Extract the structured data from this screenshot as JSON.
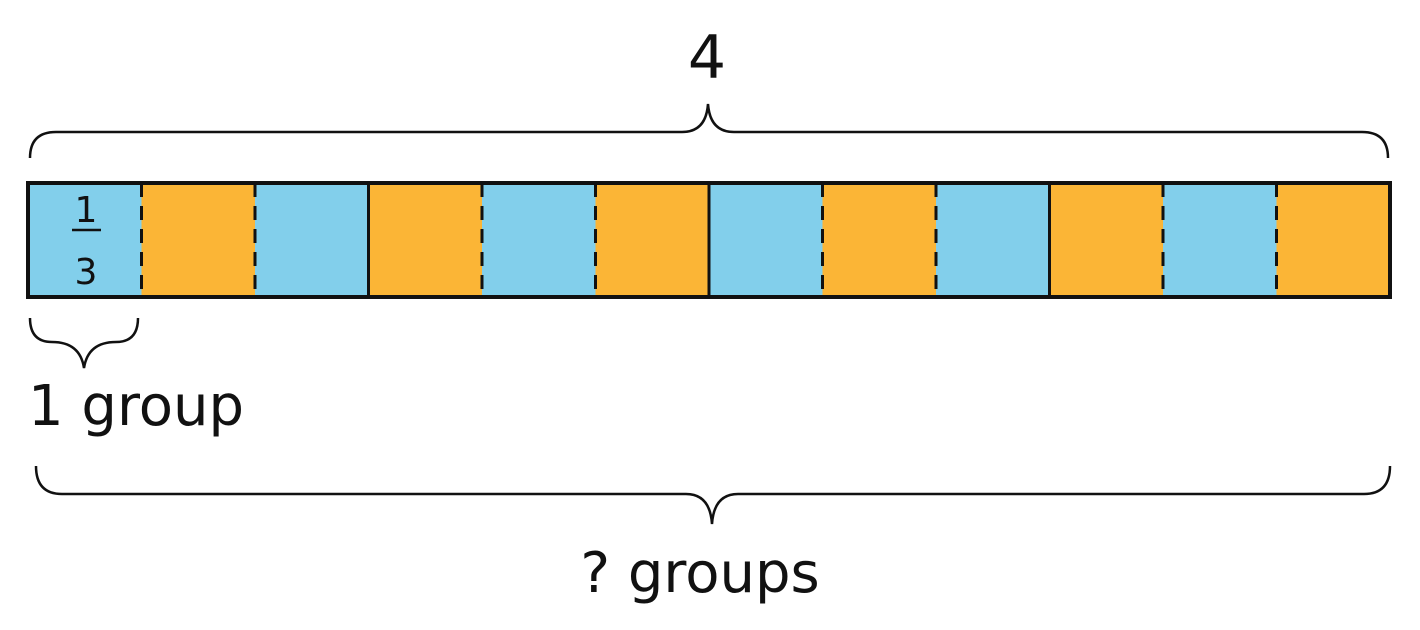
{
  "top_label": "4",
  "fraction": {
    "numerator": "1",
    "denominator": "3"
  },
  "one_group_label": "1 group",
  "groups_label": "? groups",
  "tape": {
    "segments": [
      {
        "color": "blue"
      },
      {
        "color": "orange"
      },
      {
        "color": "blue"
      },
      {
        "color": "orange"
      },
      {
        "color": "blue"
      },
      {
        "color": "orange"
      },
      {
        "color": "blue"
      },
      {
        "color": "orange"
      },
      {
        "color": "blue"
      },
      {
        "color": "orange"
      },
      {
        "color": "blue"
      },
      {
        "color": "orange"
      }
    ],
    "thirds_per_whole": 3
  },
  "colors": {
    "blue": "#82cfeb",
    "orange": "#fbb536",
    "outline": "#111111"
  }
}
